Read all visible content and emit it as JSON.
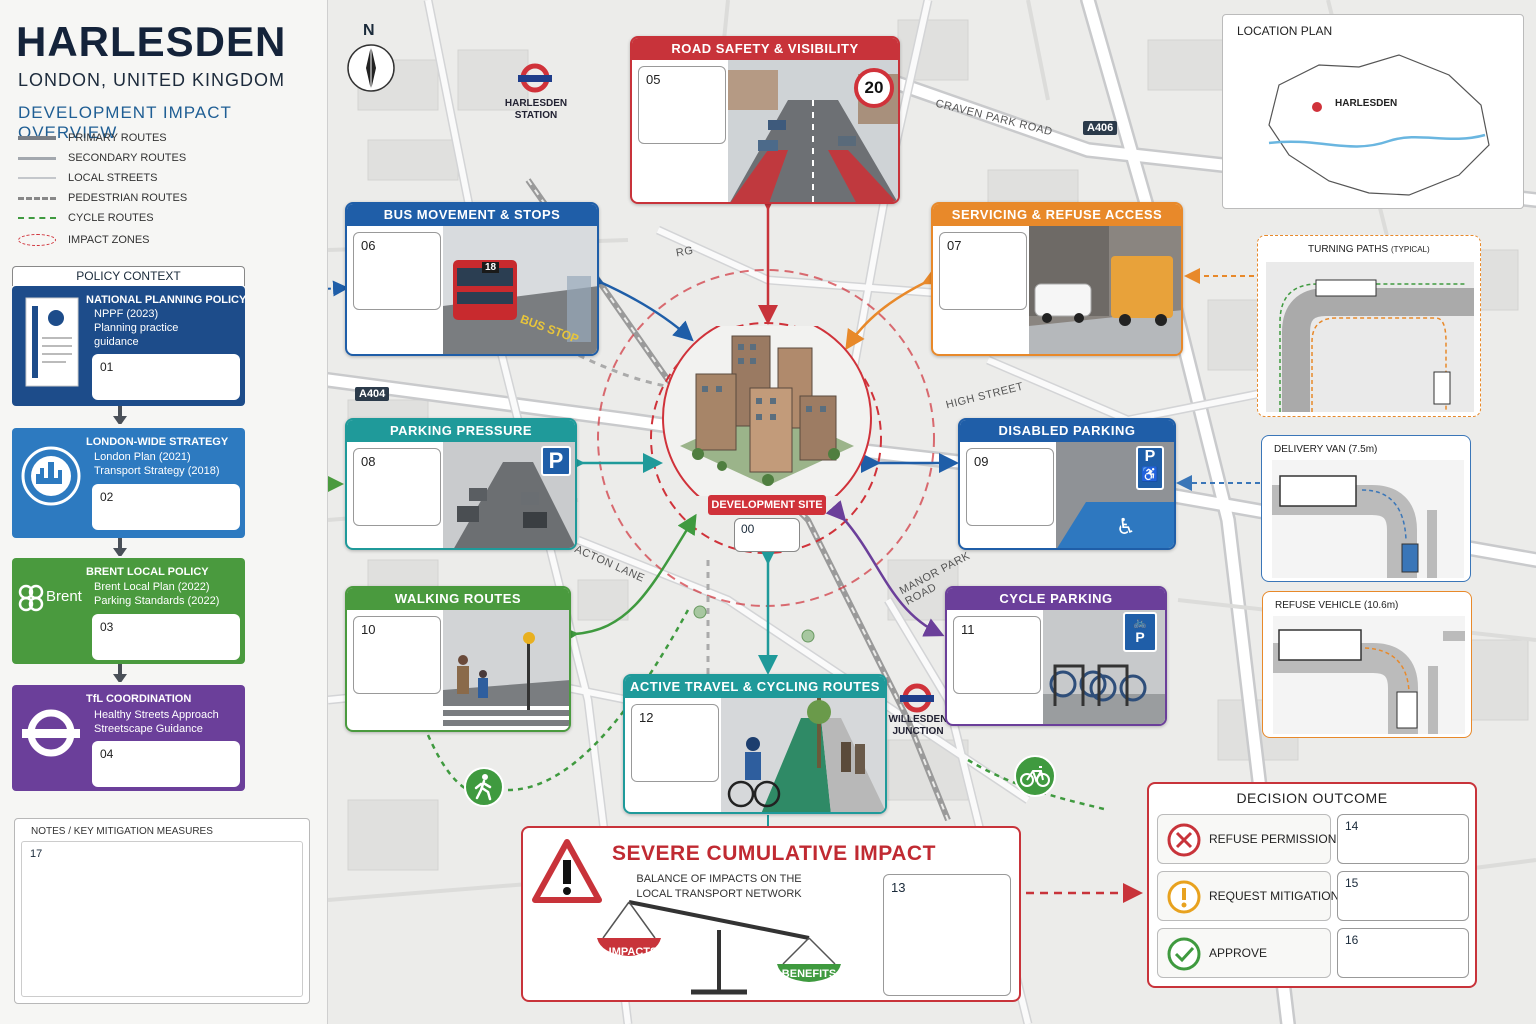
{
  "header": {
    "title": "HARLESDEN",
    "subtitle": "LONDON, UNITED KINGDOM",
    "overview": "DEVELOPMENT IMPACT OVERVIEW"
  },
  "legend": [
    {
      "label": "PRIMARY ROUTES",
      "color": "#7a7f86"
    },
    {
      "label": "SECONDARY ROUTES",
      "color": "#a3a8ae"
    },
    {
      "label": "LOCAL STREETS",
      "color": "#c4c7cb"
    },
    {
      "label": "PEDESTRIAN ROUTES",
      "color": "#888888"
    },
    {
      "label": "CYCLE ROUTES",
      "color": "#3f9a3f"
    },
    {
      "label": "IMPACT ZONES",
      "color": "#d0323a"
    }
  ],
  "policy": {
    "header": "POLICY CONTEXT",
    "items": [
      {
        "title": "NATIONAL PLANNING POLICY",
        "lines": [
          "NPPF (2023)",
          "Planning practice",
          "guidance"
        ],
        "field": "01",
        "color": "#1d4c8a",
        "icon": "document-crest-icon"
      },
      {
        "title": "LONDON-WIDE STRATEGY",
        "lines": [
          "London Plan (2021)",
          "Transport Strategy (2018)"
        ],
        "field": "02",
        "color": "#2d7ac0",
        "icon": "london-skyline-icon"
      },
      {
        "title": "BRENT LOCAL POLICY",
        "lines": [
          "Brent Local Plan (2022)",
          "Parking Standards (2022)"
        ],
        "field": "03",
        "color": "#4a9a3e",
        "icon": "brent-logo-icon",
        "logo_text": "Brent"
      },
      {
        "title": "TfL COORDINATION",
        "lines": [
          "Healthy Streets Approach",
          "Streetscape Guidance"
        ],
        "field": "04",
        "color": "#6b3f9a",
        "icon": "tfl-roundel-icon"
      }
    ]
  },
  "notes": {
    "title": "NOTES / KEY MITIGATION MEASURES",
    "field": "17"
  },
  "map": {
    "north": "N",
    "roads": [
      {
        "label": "CRAVEN PARK ROAD"
      },
      {
        "label": "HIGH STREET"
      },
      {
        "label": "ACTON LANE"
      },
      {
        "label": "MANOR PARK ROAD"
      },
      {
        "label": "RG"
      }
    ],
    "shields": [
      "A406",
      "A404"
    ],
    "stations": [
      {
        "label": "HARLESDEN\nSTATION"
      },
      {
        "label": "WILLESDEN\nJUNCTION"
      }
    ]
  },
  "development": {
    "label": "DEVELOPMENT SITE",
    "field": "00"
  },
  "cards": [
    {
      "id": "road-safety",
      "title": "ROAD SAFETY & VISIBILITY",
      "field": "05",
      "color": "#c8333a",
      "sign": "20"
    },
    {
      "id": "bus",
      "title": "BUS MOVEMENT & STOPS",
      "field": "06",
      "color": "#1f5ea8",
      "bus_number": "18",
      "road_text": "BUS STOP"
    },
    {
      "id": "servicing",
      "title": "SERVICING & REFUSE ACCESS",
      "field": "07",
      "color": "#e8892a"
    },
    {
      "id": "parking",
      "title": "PARKING PRESSURE",
      "field": "08",
      "color": "#1f9a9a",
      "sign": "P"
    },
    {
      "id": "disabled",
      "title": "DISABLED PARKING",
      "field": "09",
      "color": "#1f5ea8",
      "sign": "P"
    },
    {
      "id": "walking",
      "title": "WALKING ROUTES",
      "field": "10",
      "color": "#4a9a3e"
    },
    {
      "id": "cycle-parking",
      "title": "CYCLE PARKING",
      "field": "11",
      "color": "#6b3f9a",
      "sign": "P"
    },
    {
      "id": "active-travel",
      "title": "ACTIVE TRAVEL & CYCLING ROUTES",
      "field": "12",
      "color": "#1f9a9a"
    }
  ],
  "location_plan": {
    "title": "LOCATION PLAN",
    "marker": "HARLESDEN"
  },
  "turning": {
    "title": "TURNING PATHS",
    "title_note": "(TYPICAL)",
    "delivery": "DELIVERY VAN (7.5m)",
    "refuse": "REFUSE VEHICLE (10.6m)"
  },
  "severe": {
    "title": "SEVERE CUMULATIVE IMPACT",
    "subtitle": "BALANCE OF IMPACTS ON THE LOCAL TRANSPORT NETWORK",
    "field": "13",
    "impacts": "IMPACTS",
    "benefits": "BENEFITS"
  },
  "decision": {
    "title": "DECISION OUTCOME",
    "options": [
      {
        "label": "REFUSE PERMISSION",
        "field": "14",
        "color": "#c8333a",
        "icon": "cross-circle-icon"
      },
      {
        "label": "REQUEST MITIGATION",
        "field": "15",
        "color": "#e8a21f",
        "icon": "exclamation-circle-icon"
      },
      {
        "label": "APPROVE",
        "field": "16",
        "color": "#3f9a3f",
        "icon": "check-circle-icon"
      }
    ]
  }
}
